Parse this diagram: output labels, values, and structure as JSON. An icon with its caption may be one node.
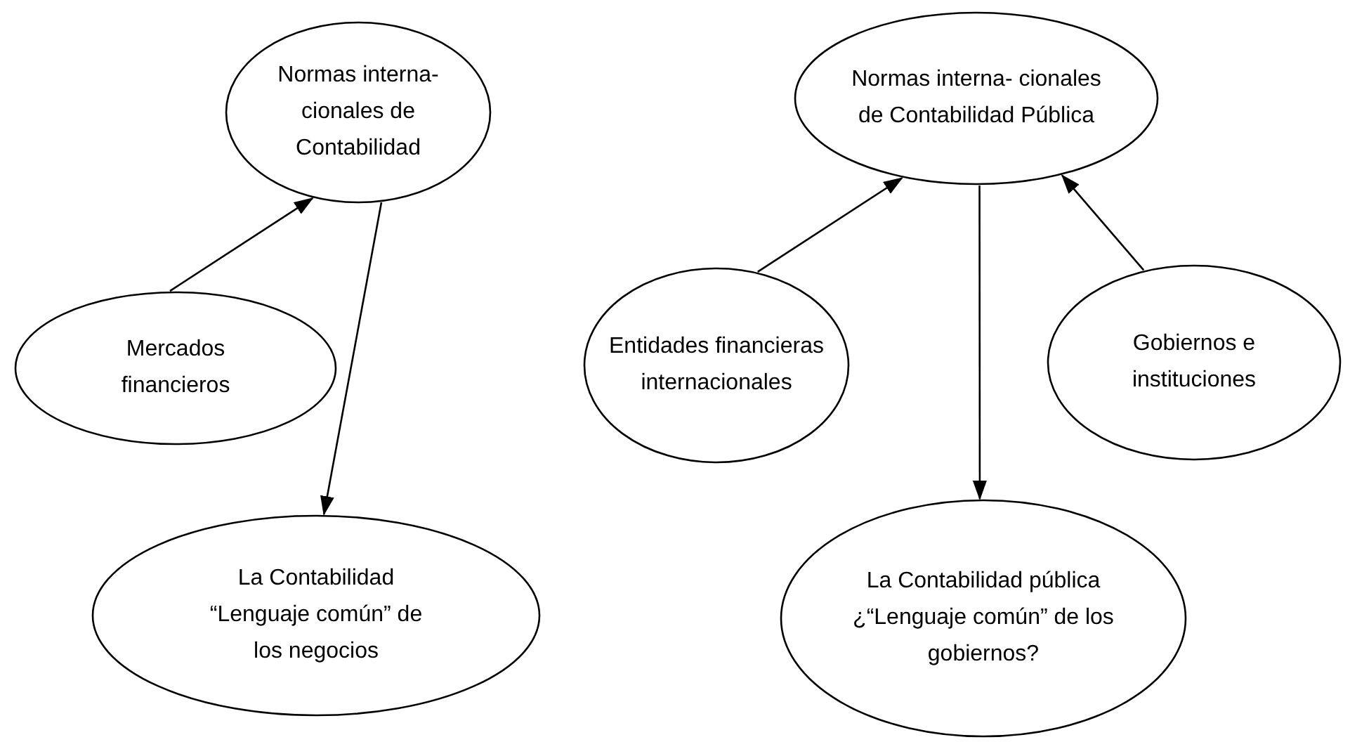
{
  "diagram": {
    "nodes": [
      {
        "text": [
          "Normas interna- cionales de Contabilidad"
        ]
      },
      {
        "text": [
          "Mercados financieros"
        ]
      },
      {
        "text": [
          "La Contabilidad “Lenguaje común” de los negocios"
        ]
      },
      {
        "text": [
          "Normas interna- cionales de Contabilidad Pública"
        ]
      },
      {
        "text": [
          "Entidades financieras internacionales"
        ]
      },
      {
        "text": [
          "Gobiernos e instituciones"
        ]
      },
      {
        "text": [
          "La Contabilidad pública ¿“Lenguaje común” de los gobiernos?"
        ]
      }
    ],
    "edges": [
      {
        "from": 1,
        "to": 0,
        "arrow": "to"
      },
      {
        "from": 0,
        "to": 2,
        "arrow": "to"
      },
      {
        "from": 4,
        "to": 3,
        "arrow": "to"
      },
      {
        "from": 3,
        "to": 6,
        "arrow": "to"
      },
      {
        "from": 5,
        "to": 3,
        "arrow": "to"
      }
    ]
  }
}
